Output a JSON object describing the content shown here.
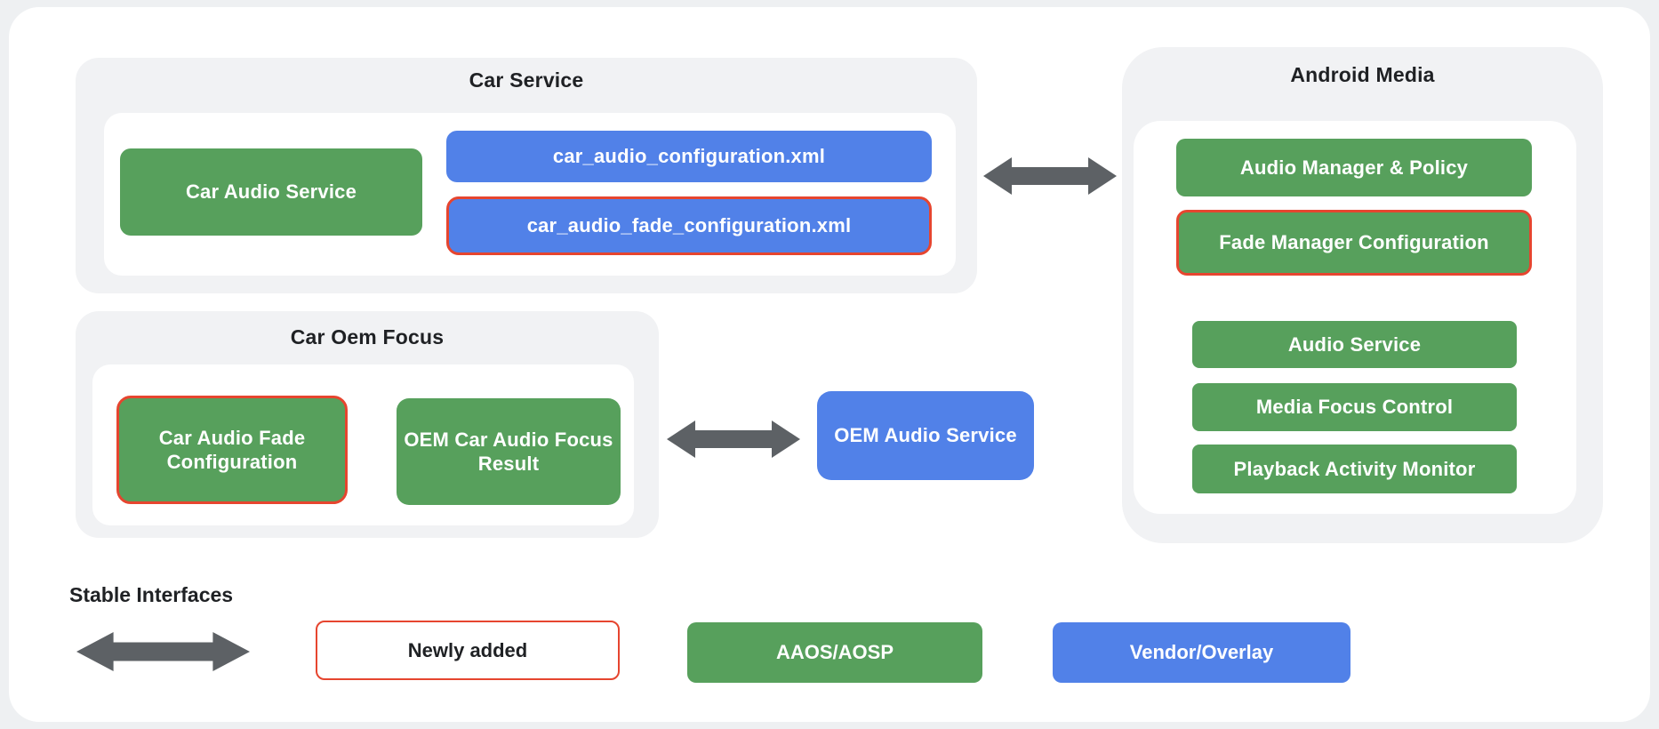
{
  "diagram": {
    "panels": {
      "car_service": {
        "title": "Car Service",
        "car_audio_service": "Car Audio Service",
        "car_audio_configuration_xml": "car_audio_configuration.xml",
        "car_audio_fade_configuration_xml": "car_audio_fade_configuration.xml"
      },
      "android_media": {
        "title": "Android Media",
        "audio_manager_policy": "Audio Manager & Policy",
        "fade_manager_configuration": "Fade Manager Configuration",
        "audio_service": "Audio Service",
        "media_focus_control": "Media Focus Control",
        "playback_activity_monitor": "Playback Activity Monitor"
      },
      "car_oem_focus": {
        "title": "Car Oem Focus",
        "car_audio_fade_configuration": "Car Audio Fade Configuration",
        "oem_car_audio_focus_result": "OEM Car Audio Focus Result"
      }
    },
    "oem_audio_service": "OEM Audio Service"
  },
  "legend": {
    "stable_interfaces": "Stable Interfaces",
    "newly_added": "Newly added",
    "aaos_aosp": "AAOS/AOSP",
    "vendor_overlay": "Vendor/Overlay"
  },
  "colors": {
    "aosp_green": "#57a05c",
    "vendor_blue": "#5181e8",
    "new_red": "#e6452f",
    "arrow_gray": "#5d6165"
  }
}
